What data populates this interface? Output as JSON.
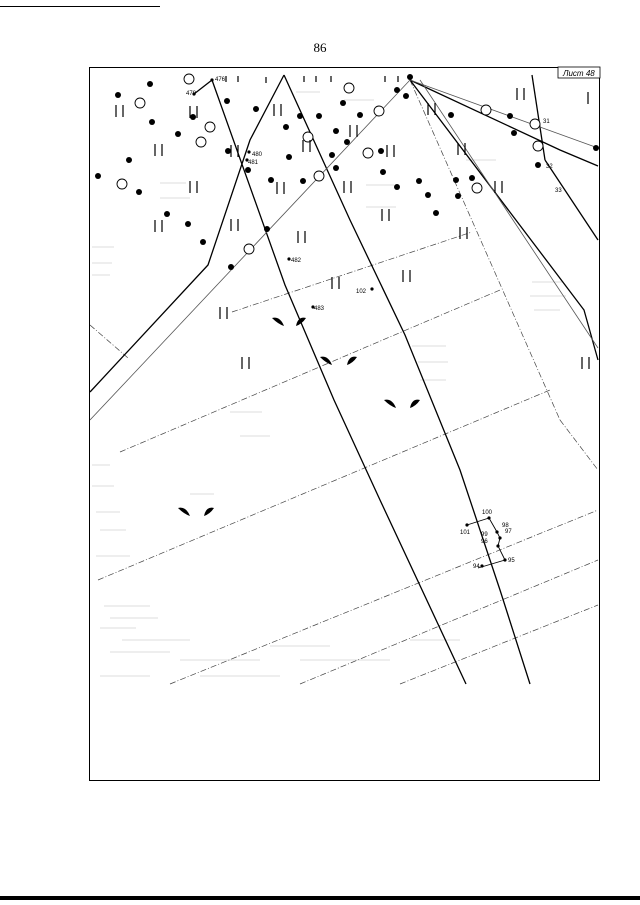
{
  "page": {
    "number": "86"
  },
  "map": {
    "sheet_label": "Лист 48",
    "point_labels": [
      "476",
      "478",
      "480",
      "481",
      "482",
      "483",
      "102",
      "31",
      "32",
      "33",
      "100",
      "101",
      "98",
      "99",
      "97",
      "96",
      "94",
      "95"
    ]
  }
}
